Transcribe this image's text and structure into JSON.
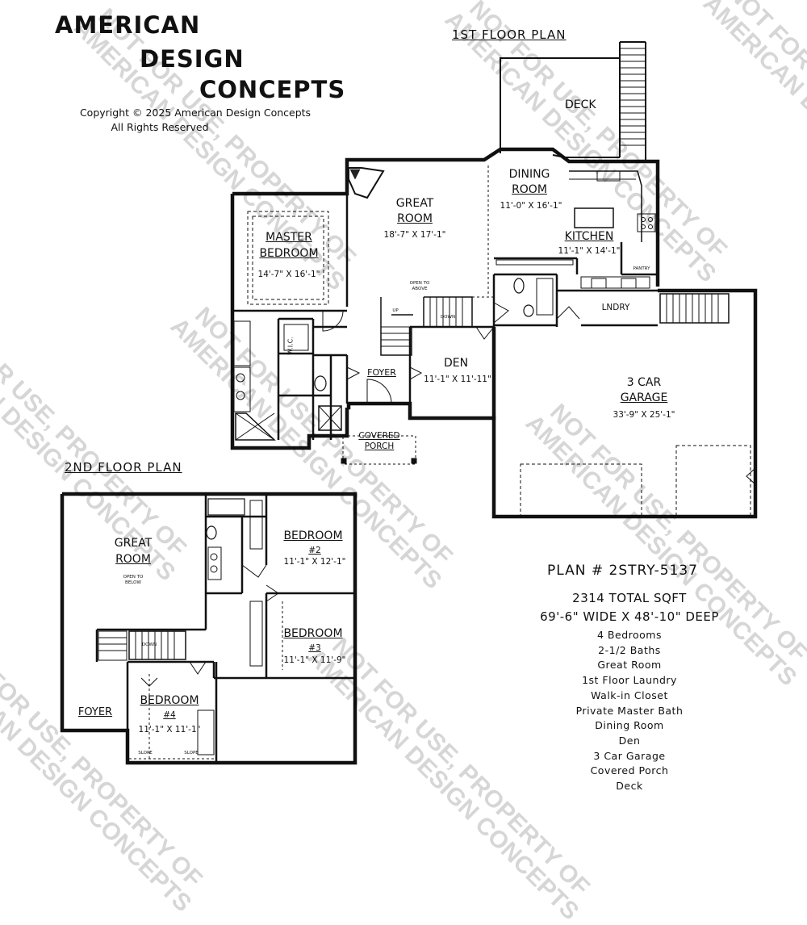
{
  "brand": {
    "line1": "AMERICAN",
    "line2": "DESIGN",
    "line3": "CONCEPTS"
  },
  "copyright": {
    "line1": "Copyright © 2025 American Design Concepts",
    "line2": "All Rights Reserved"
  },
  "first_floor": {
    "title": "1ST FLOOR PLAN",
    "deck": "DECK",
    "dining": {
      "name1": "DINING",
      "name2": "ROOM",
      "dims": "11'-0\" X 16'-1\""
    },
    "great_room": {
      "name1": "GREAT",
      "name2": "ROOM",
      "dims": "18'-7\" X 17'-1\""
    },
    "kitchen": {
      "name": "KITCHEN",
      "dims": "11'-1\" X 14'-1\""
    },
    "pantry": "PANTRY",
    "master": {
      "name1": "MASTER",
      "name2": "BEDROOM",
      "dims": "14'-7\" X 16'-1\""
    },
    "open_to_above": {
      "line1": "OPEN TO",
      "line2": "ABOVE"
    },
    "up": "UP",
    "down": "DOWN",
    "wic": "W.I.C.",
    "foyer": "FOYER",
    "den": {
      "name": "DEN",
      "dims": "11'-1\" X 11'-11\""
    },
    "laundry": "LNDRY",
    "garage": {
      "name1": "3 CAR",
      "name2": "GARAGE",
      "dims": "33'-9\" X 25'-1\""
    },
    "porch": {
      "name1": "COVERED",
      "name2": "PORCH"
    }
  },
  "second_floor": {
    "title": "2ND FLOOR PLAN",
    "great_room": {
      "name1": "GREAT",
      "name2": "ROOM",
      "note1": "OPEN TO",
      "note2": "BELOW"
    },
    "bed2": {
      "name": "BEDROOM",
      "num": "#2",
      "dims": "11'-1\" X 12'-1\""
    },
    "bed3": {
      "name": "BEDROOM",
      "num": "#3",
      "dims": "11'-1\" X 11'-9\""
    },
    "bed4": {
      "name": "BEDROOM",
      "num": "#4",
      "dims": "11'-1\" X 11'-1\""
    },
    "foyer": "FOYER",
    "down": "DOWN",
    "slope1": "SLOPE",
    "slope2": "SLOPE"
  },
  "plan": {
    "number": "PLAN # 2STRY-5137",
    "sqft": "2314 TOTAL SQFT",
    "size": "69'-6\" WIDE X 48'-10\" DEEP",
    "features": [
      "4 Bedrooms",
      "2-1/2 Baths",
      "Great Room",
      "1st Floor Laundry",
      "Walk-in Closet",
      "Private Master Bath",
      "Dining Room",
      "Den",
      "3 Car Garage",
      "Covered Porch",
      "Deck"
    ]
  },
  "watermark": {
    "line1": "NOT FOR USE, PROPERTY OF",
    "line2": "AMERICAN DESIGN CONCEPTS"
  }
}
